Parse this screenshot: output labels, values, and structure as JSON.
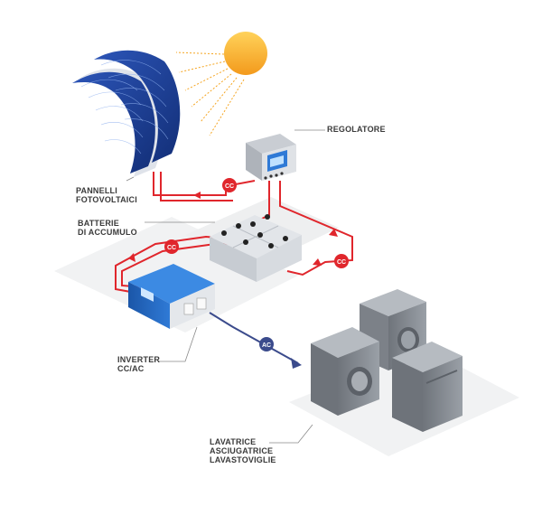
{
  "labels": {
    "panels": [
      "PANNELLI",
      "FOTOVOLTAICI"
    ],
    "regulator": "REGOLATORE",
    "batteries": [
      "BATTERIE",
      "DI ACCUMULO"
    ],
    "inverter": [
      "INVERTER",
      "CC/AC"
    ],
    "appliances": [
      "LAVATRICE",
      "ASCIUGATRICE",
      "LAVASTOVIGLIE"
    ]
  },
  "badges": {
    "panel_to_regulator": "CC",
    "battery_to_inverter": "CC",
    "regulator_to_battery": "CC",
    "inverter_to_appliances": "AC"
  },
  "colors": {
    "dc_wire": "#e0262c",
    "ac_wire": "#3b4b8c",
    "sun": "#f5a623",
    "panel": "#1f3c8f",
    "inverter": "#1e5fb3",
    "appliance": "#8c9096",
    "label_text": "#3a3a3a"
  }
}
